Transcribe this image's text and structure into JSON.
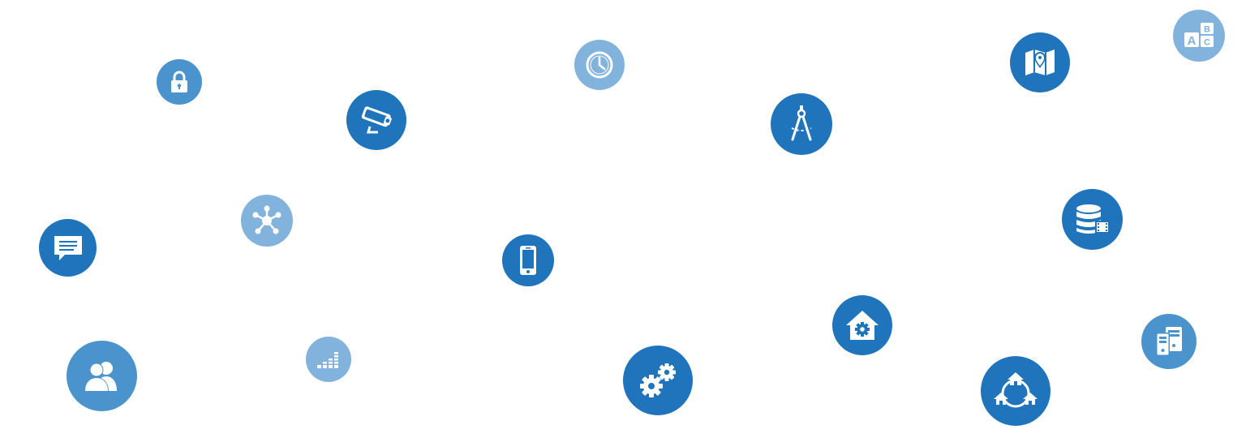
{
  "palette": {
    "dark": "#1f74bb",
    "mid": "#4b93cd",
    "light": "#82b3dc",
    "glyph": "#ffffff"
  },
  "icons": [
    {
      "name": "lock-icon",
      "tone": "mid"
    },
    {
      "name": "security-camera-icon",
      "tone": "dark"
    },
    {
      "name": "clock-icon",
      "tone": "light"
    },
    {
      "name": "drafting-compass-icon",
      "tone": "dark"
    },
    {
      "name": "map-pin-icon",
      "tone": "dark"
    },
    {
      "name": "abc-blocks-icon",
      "tone": "light"
    },
    {
      "name": "network-hub-icon",
      "tone": "light"
    },
    {
      "name": "chat-bubble-icon",
      "tone": "dark"
    },
    {
      "name": "smartphone-icon",
      "tone": "dark"
    },
    {
      "name": "database-media-icon",
      "tone": "dark"
    },
    {
      "name": "users-icon",
      "tone": "mid"
    },
    {
      "name": "signal-bars-icon",
      "tone": "light"
    },
    {
      "name": "gears-icon",
      "tone": "dark"
    },
    {
      "name": "smart-home-icon",
      "tone": "dark"
    },
    {
      "name": "connected-homes-icon",
      "tone": "dark"
    },
    {
      "name": "devices-icon",
      "tone": "mid"
    }
  ],
  "abc_letters": {
    "a": "A",
    "b": "B",
    "c": "C"
  }
}
